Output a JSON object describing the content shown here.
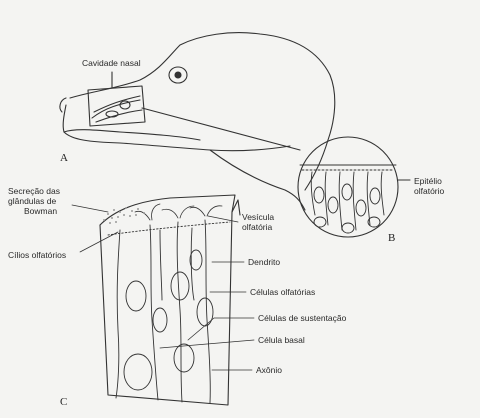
{
  "panels": {
    "a": "A",
    "b": "B",
    "c": "C"
  },
  "labels": {
    "cavidade_nasal": "Cavidade nasal",
    "epitelio_olfatorio_1": "Epitélio",
    "epitelio_olfatorio_2": "olfatório",
    "secrecao_1": "Secreção das",
    "secrecao_2": "glândulas de",
    "secrecao_3": "Bowman",
    "cilios": "Cílios olfatórios",
    "vesicula_1": "Vesícula",
    "vesicula_2": "olfatória",
    "dendrito": "Dendrito",
    "celulas_olfatorias": "Células olfatórias",
    "celulas_sustentacao": "Células de sustentação",
    "celula_basal": "Célula basal",
    "axonio": "Axônio"
  },
  "colors": {
    "line": "#333333",
    "paper": "#f4f4f2",
    "secretion": "#9a9a9a"
  }
}
